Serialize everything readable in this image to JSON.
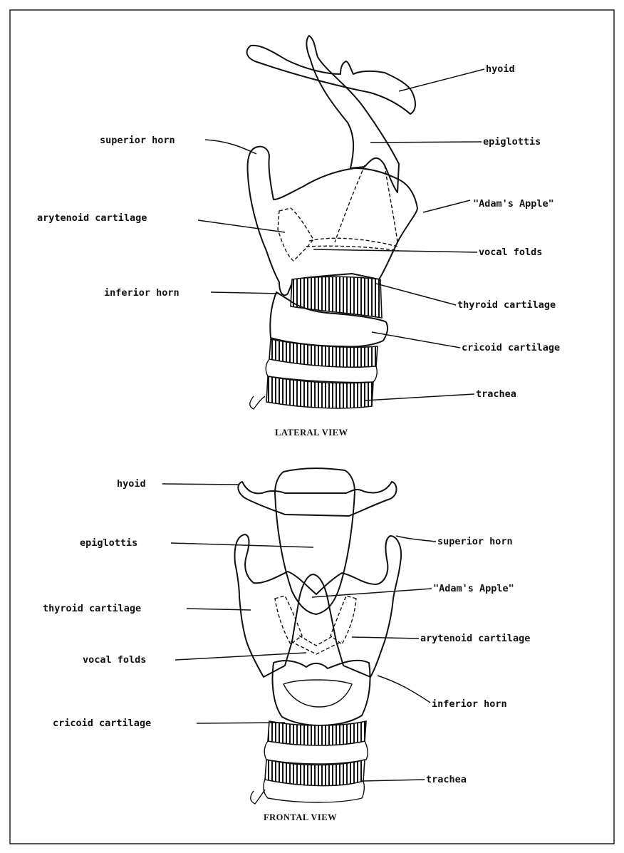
{
  "lateral": {
    "caption": "LATERAL VIEW",
    "labels": {
      "hyoid": "hyoid",
      "epiglottis": "epiglottis",
      "superior_horn": "superior horn",
      "adams_apple": "\"Adam's Apple\"",
      "arytenoid": "arytenoid cartilage",
      "vocal_folds": "vocal folds",
      "inferior_horn": "inferior horn",
      "thyroid": "thyroid cartilage",
      "cricoid": "cricoid cartilage",
      "trachea": "trachea"
    }
  },
  "frontal": {
    "caption": "FRONTAL VIEW",
    "labels": {
      "hyoid": "hyoid",
      "epiglottis": "epiglottis",
      "superior_horn": "superior horn",
      "adams_apple": "\"Adam's Apple\"",
      "thyroid": "thyroid cartilage",
      "arytenoid": "arytenoid cartilage",
      "vocal_folds": "vocal folds",
      "inferior_horn": "inferior horn",
      "cricoid": "cricoid cartilage",
      "trachea": "trachea"
    }
  }
}
